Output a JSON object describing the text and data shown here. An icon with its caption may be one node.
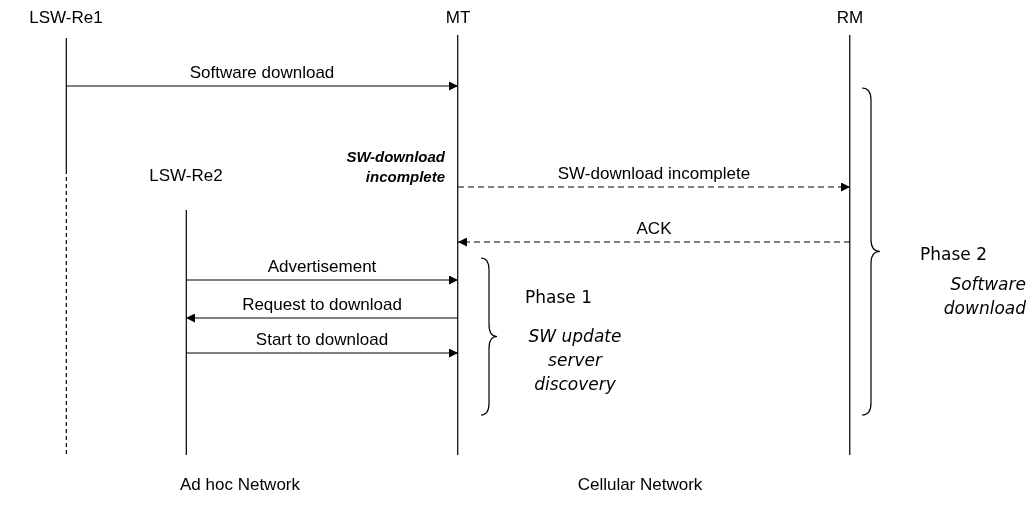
{
  "diagram": {
    "nodes": [
      {
        "text": [
          "LSW-Re1"
        ]
      },
      {
        "text": [
          "MT"
        ]
      },
      {
        "text": [
          "RM"
        ]
      },
      {
        "text": [
          "LSW-Re2"
        ]
      }
    ],
    "edges": [
      {
        "from": 0,
        "to": 1,
        "arrow": "to",
        "label": "Software download"
      },
      {
        "from": 1,
        "to": 2,
        "arrow": "to",
        "label": "SW-download incomplete",
        "style": "dashed"
      },
      {
        "from": 2,
        "to": 1,
        "arrow": "to",
        "label": "ACK",
        "style": "dashed"
      },
      {
        "from": 3,
        "to": 1,
        "arrow": "to",
        "label": "Advertisement"
      },
      {
        "from": 1,
        "to": 3,
        "arrow": "to",
        "label": "Request to download"
      },
      {
        "from": 3,
        "to": 1,
        "arrow": "to",
        "label": "Start to download"
      }
    ],
    "labels": [
      "SW-download incomplete",
      "Phase 2",
      "Software download",
      "Phase 1",
      "SW update server discovery",
      "Ad hoc Network",
      "Cellular Network"
    ]
  }
}
